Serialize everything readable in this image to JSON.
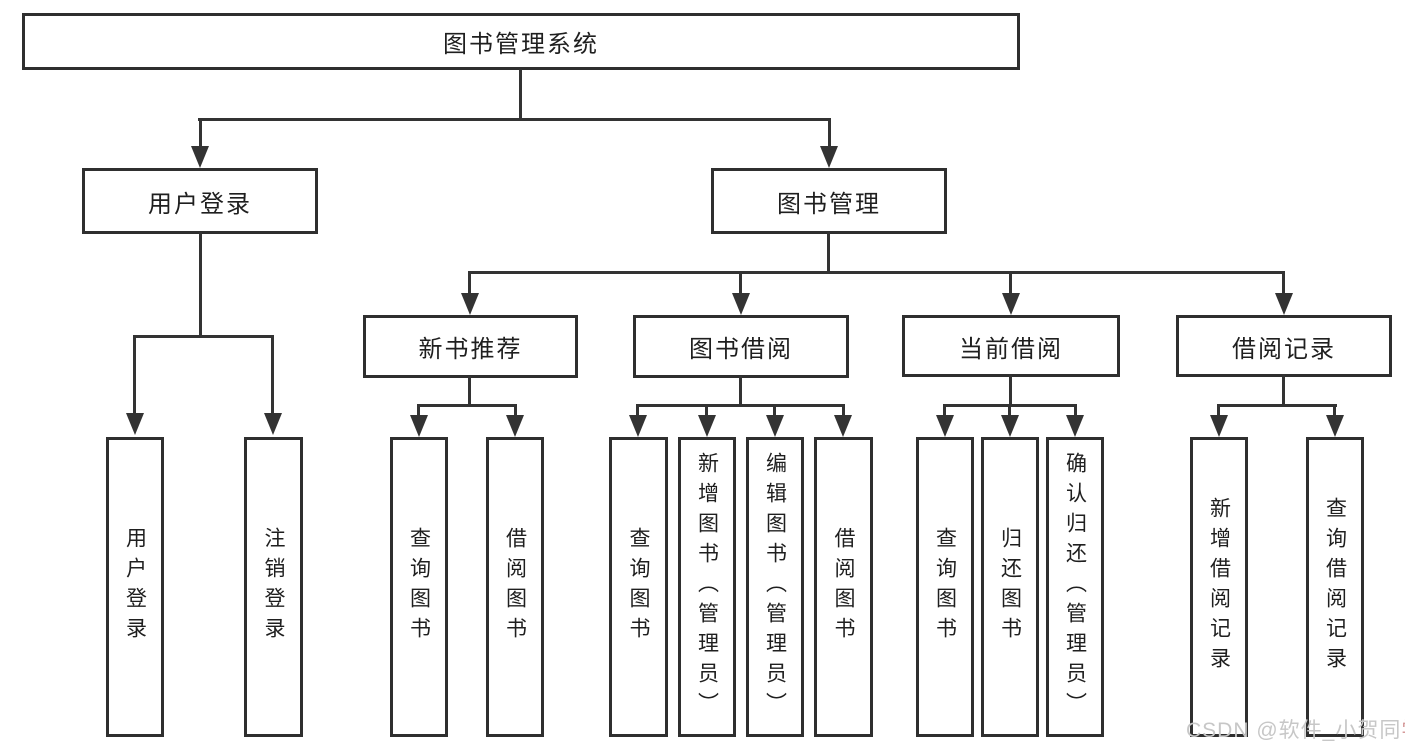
{
  "tree": {
    "root": "图书管理系统",
    "branches": [
      {
        "label": "用户登录",
        "children": [
          "用户登录",
          "注销登录"
        ]
      },
      {
        "label": "图书管理",
        "children": [
          {
            "label": "新书推荐",
            "children": [
              "查询图书",
              "借阅图书"
            ]
          },
          {
            "label": "图书借阅",
            "children": [
              "查询图书",
              "新增图书（管理员）",
              "编辑图书（管理员）",
              "借阅图书"
            ]
          },
          {
            "label": "当前借阅",
            "children": [
              "查询图书",
              "归还图书",
              "确认归还（管理员）"
            ]
          },
          {
            "label": "借阅记录",
            "children": [
              "新增借阅记录",
              "查询借阅记录"
            ]
          }
        ]
      }
    ]
  },
  "watermark": {
    "main": "CSDN @软件_小贺同",
    "accent": "学"
  },
  "colors": {
    "line": "#333333",
    "box_border": "#2f2f2f",
    "text": "#1f1f1f",
    "watermark": "#c7c7c7",
    "background": "#ffffff"
  }
}
